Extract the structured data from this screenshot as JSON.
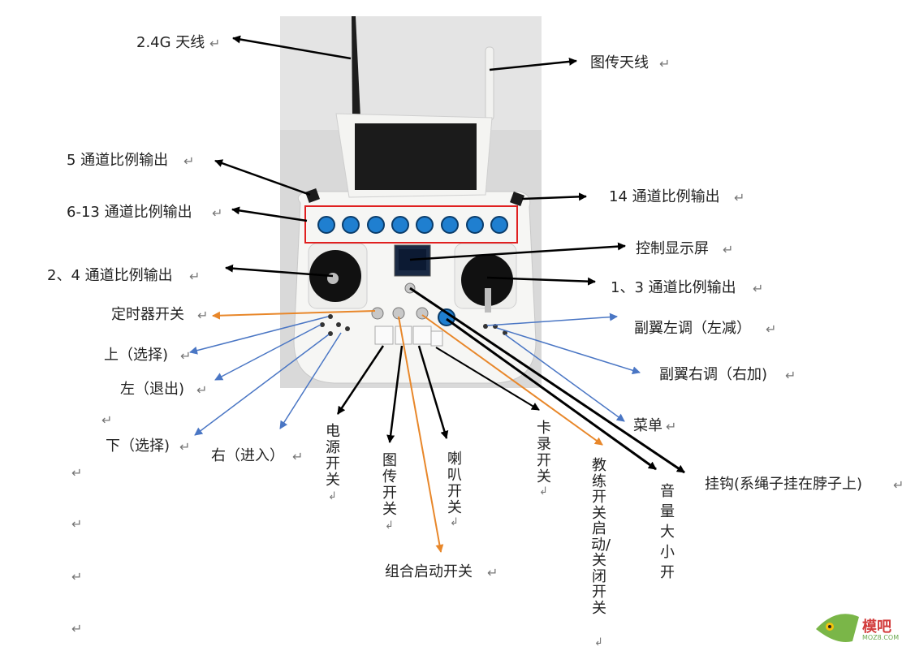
{
  "labels": {
    "antenna_24g": "2.4G 天线",
    "antenna_video": "图传天线",
    "ch5": "5 通道比例输出",
    "ch6_13": "6-13 通道比例输出",
    "ch14": "14 通道比例输出",
    "display": "控制显示屏",
    "ch2_4": "2、4 通道比例输出",
    "ch1_3": "1、3 通道比例输出",
    "timer_switch": "定时器开关",
    "aileron_left": "副翼左调（左减）",
    "up_select": "上（选择)",
    "aileron_right": "副翼右调（右加)",
    "left_exit": "左（退出)",
    "menu": "菜单",
    "down_select": "下（选择)",
    "right_enter": "右（进入）",
    "power_switch": "电源开关",
    "video_switch": "图传开关",
    "speaker_switch": "喇叭开关",
    "card_record_switch": "卡录开关",
    "trainer_switch": "教练开关启动/关闭开关",
    "volume": "音量大小开",
    "hook": "挂钩(系绳子挂在脖子上)",
    "combo_start_switch": "组合启动开关"
  },
  "return_mark": "↵",
  "return_mark_small": "↲",
  "watermark": {
    "brand": "模吧",
    "sub": "MOZ8.COM"
  },
  "colors": {
    "arrow_black": "#000000",
    "arrow_blue": "#4a76c4",
    "arrow_orange": "#e8872a",
    "highlight_box": "#e02020",
    "knob_blue": "#1f7fd0"
  }
}
